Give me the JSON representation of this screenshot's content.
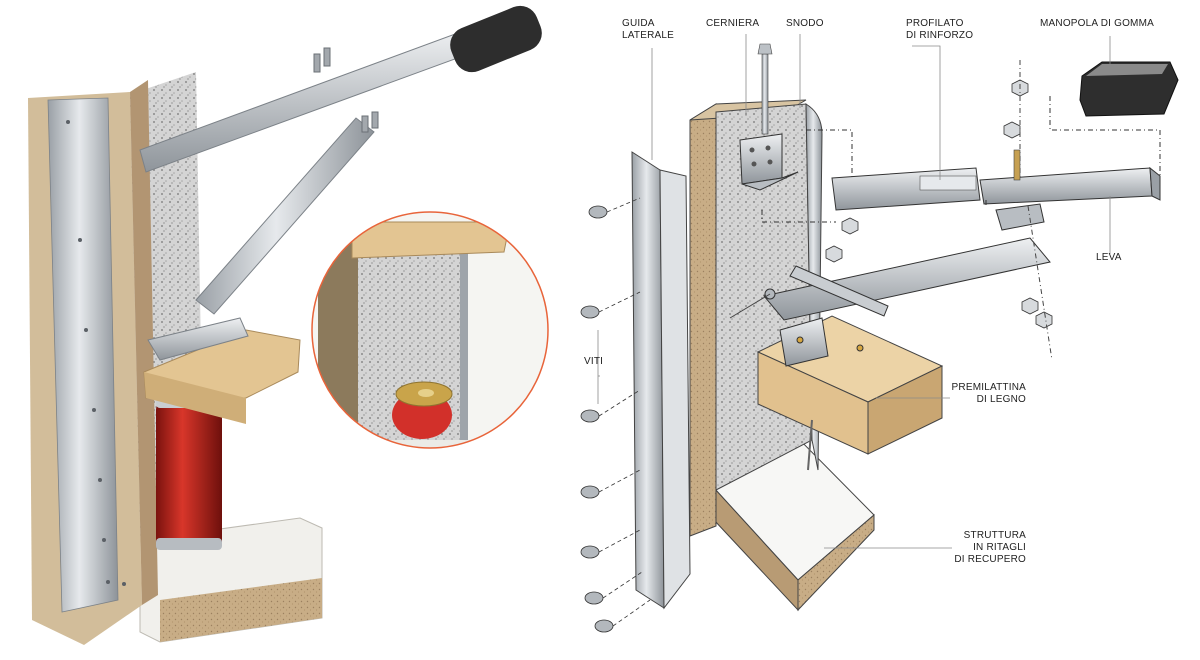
{
  "labels": {
    "guida_laterale": "GUIDA\nLATERALE",
    "cerniera": "CERNIERA",
    "snodo": "SNODO",
    "profilato": "PROFILATO\nDI RINFORZO",
    "manopola": "MANOPOLA DI GOMMA",
    "leva": "LEVA",
    "viti": "VITI",
    "premilattina": "PREMILATTINA\nDI LEGNO",
    "struttura": "STRUTTURA\nIN RITAGLI\nDI RECUPERO"
  },
  "colors": {
    "chipboard": "#c9b08a",
    "aluminium": "#c9cdd1",
    "wood": "#e8cfa0",
    "granite": "#cfcfcf",
    "rubber": "#2d2d2d",
    "can_red": "#c8241c",
    "callout_ring": "#e8643a"
  }
}
